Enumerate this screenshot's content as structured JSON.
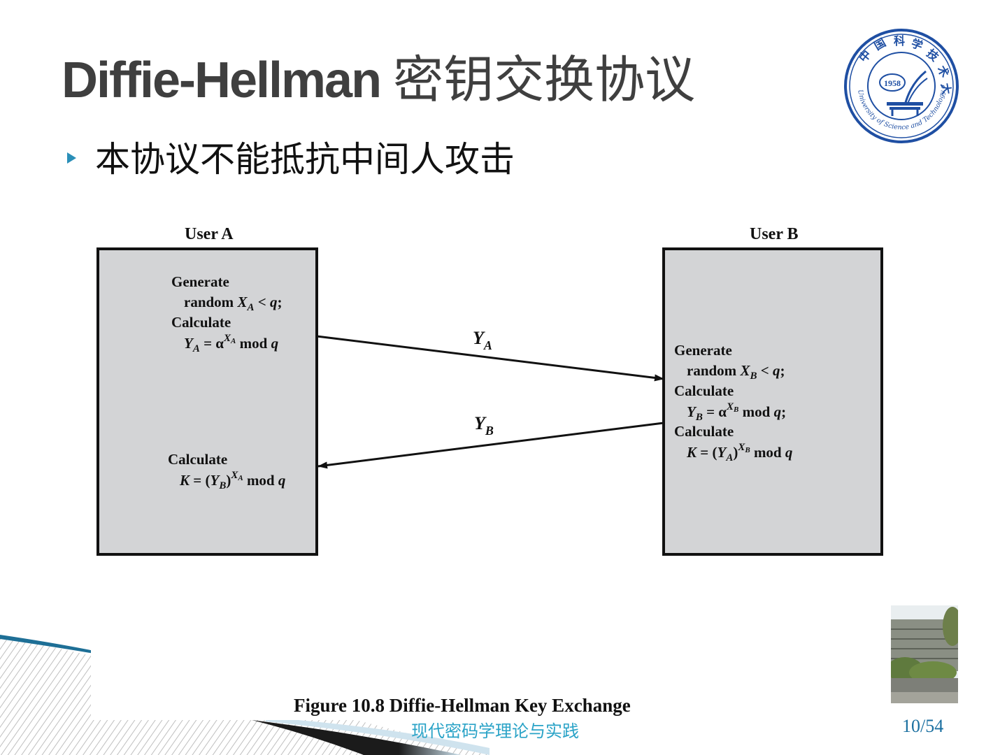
{
  "title": {
    "en": "Diffie-Hellman",
    "zh": "密钥交换协议"
  },
  "bullet": "本协议不能抵抗中间人攻击",
  "figure": {
    "user_a_label": "User A",
    "user_b_label": "User B",
    "caption": "Figure 10.8  Diffie-Hellman Key Exchange",
    "arrow_ya": "Y",
    "arrow_ya_sub": "A",
    "arrow_yb": "Y",
    "arrow_yb_sub": "B"
  },
  "logo": {
    "year": "1958",
    "ring_text": "University of Science and Technology of China"
  },
  "footer": {
    "course": "现代密码学理论与实践",
    "page": "10/54"
  },
  "colors": {
    "accent": "#2a8fb8",
    "box_fill": "#d3d4d6",
    "title": "#3f3f3f"
  }
}
